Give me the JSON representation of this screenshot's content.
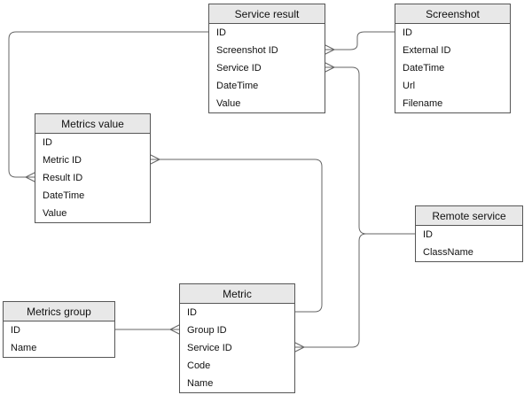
{
  "diagram": {
    "type": "entity-relationship",
    "colors": {
      "background": "#ffffff",
      "entity_border": "#565656",
      "entity_header_fill": "#e8e8e8",
      "connector": "#666666",
      "text": "#111111"
    },
    "tables": [
      {
        "id": "service-result",
        "title": "Service result",
        "fields": [
          "ID",
          "Screenshot ID",
          "Service ID",
          "DateTime",
          "Value"
        ]
      },
      {
        "id": "screenshot",
        "title": "Screenshot",
        "fields": [
          "ID",
          "External ID",
          "DateTime",
          "Url",
          "Filename"
        ]
      },
      {
        "id": "metrics-value",
        "title": "Metrics value",
        "fields": [
          "ID",
          "Metric ID",
          "Result ID",
          "DateTime",
          "Value"
        ]
      },
      {
        "id": "remote-service",
        "title": "Remote service",
        "fields": [
          "ID",
          "ClassName"
        ]
      },
      {
        "id": "metrics-group",
        "title": "Metrics group",
        "fields": [
          "ID",
          "Name"
        ]
      },
      {
        "id": "metric",
        "title": "Metric",
        "fields": [
          "ID",
          "Group ID",
          "Service ID",
          "Code",
          "Name"
        ]
      }
    ],
    "relationships": [
      {
        "from": "Service result.ID",
        "to": "Metrics value.Result ID",
        "many_end": "Metrics value"
      },
      {
        "from": "Screenshot.ID",
        "to": "Service result.Screenshot ID",
        "many_end": "Service result"
      },
      {
        "from": "Remote service.ID",
        "to": "Service result.Service ID",
        "many_end": "Service result"
      },
      {
        "from": "Remote service.ID",
        "to": "Metric.Service ID",
        "many_end": "Metric"
      },
      {
        "from": "Metric.ID",
        "to": "Metrics value.Metric ID",
        "many_end": "Metrics value"
      },
      {
        "from": "Metrics group.ID",
        "to": "Metric.Group ID",
        "many_end": "Metric"
      }
    ]
  }
}
